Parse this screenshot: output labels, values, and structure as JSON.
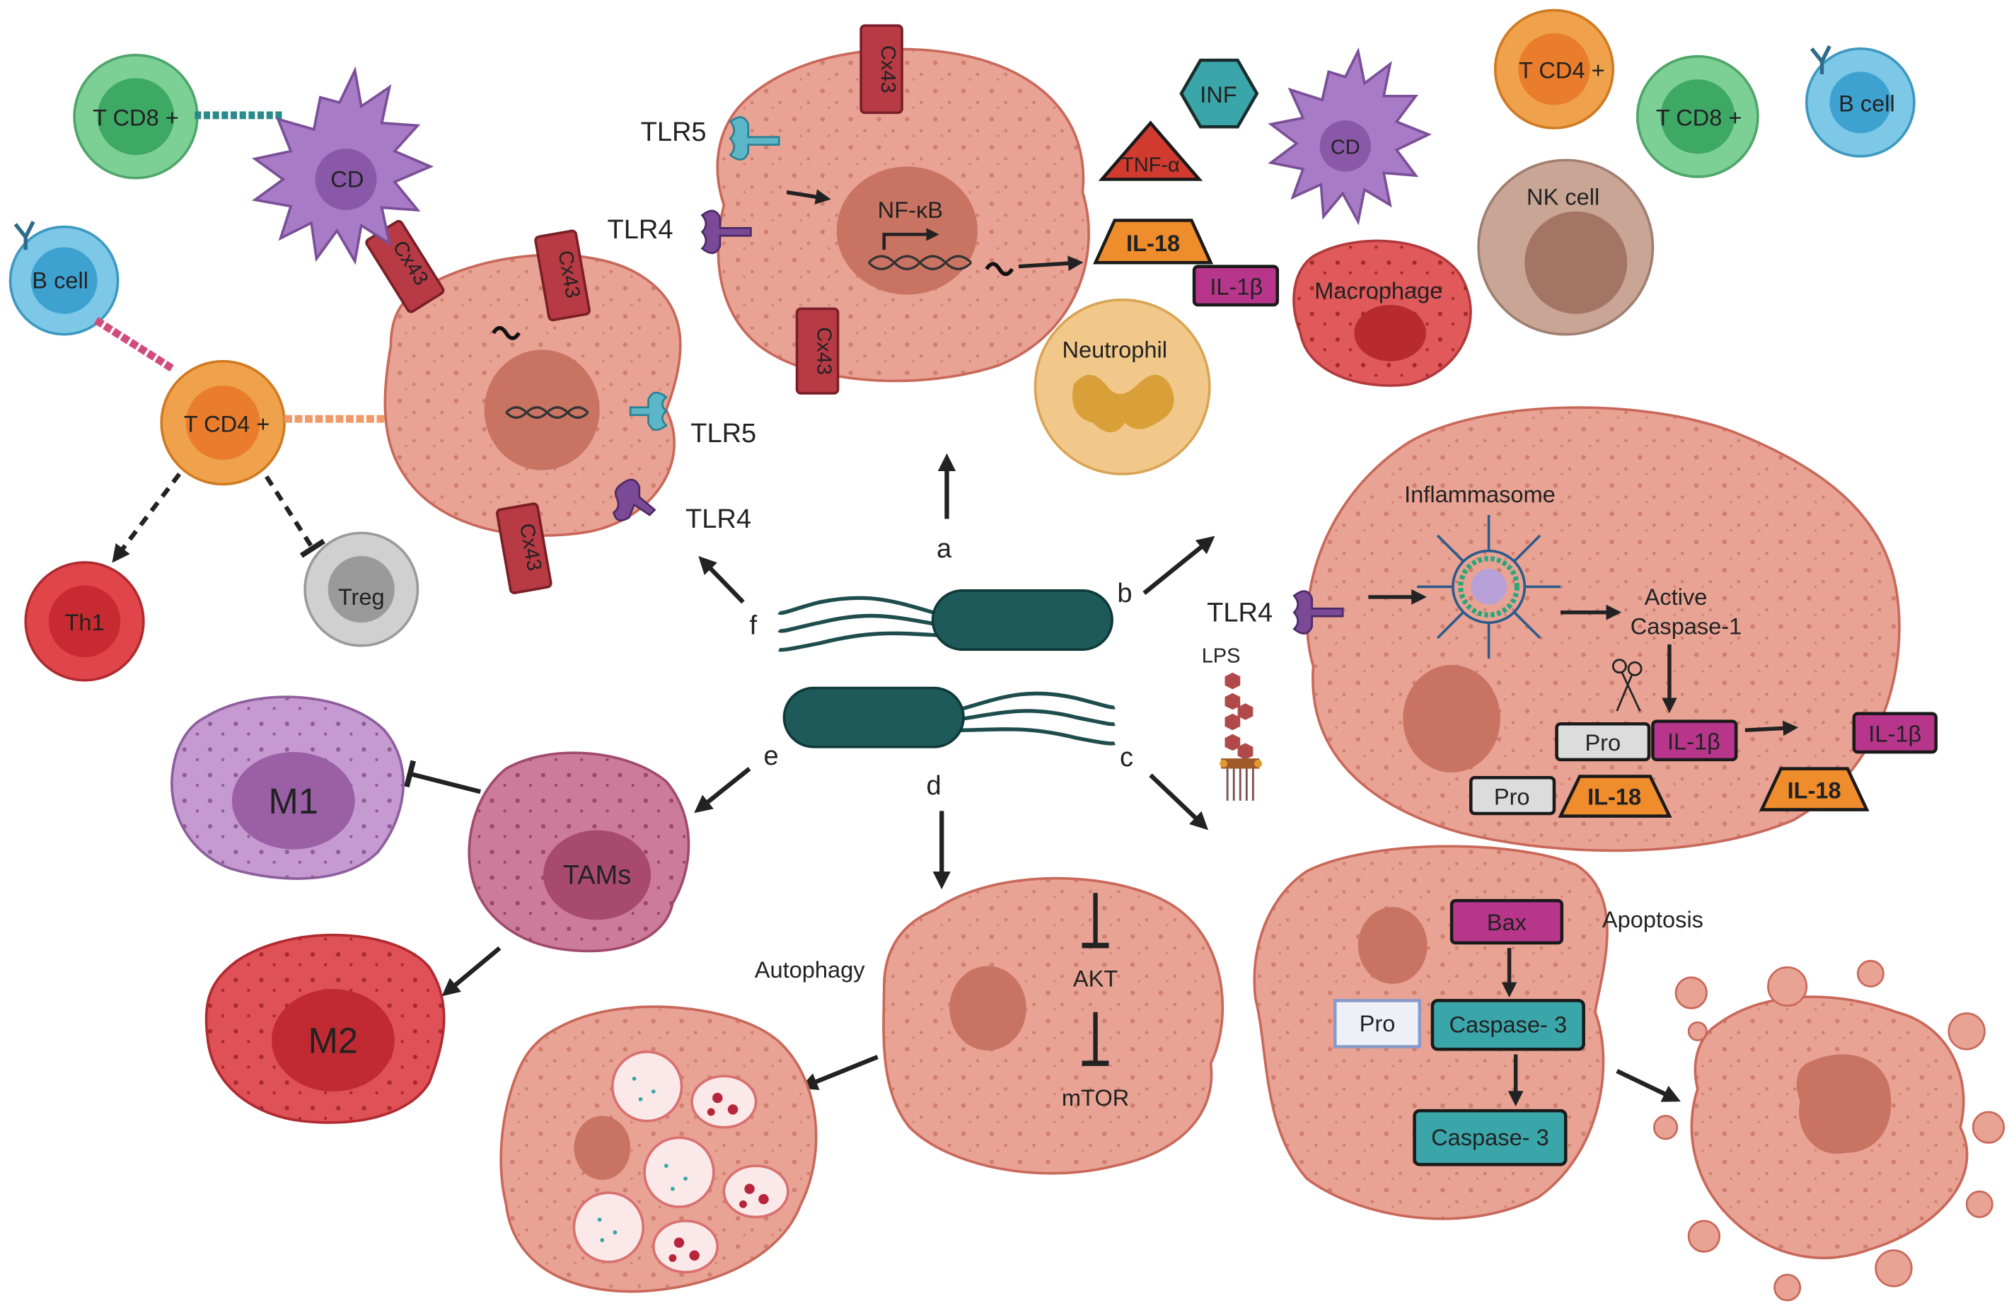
{
  "colors": {
    "cell_fill": "#e8a394",
    "cell_stroke": "#c9685a",
    "nucleus": "#c97363",
    "bacterium": "#1f5a5a",
    "teal_box": "#3aa6aa",
    "magenta_box": "#b8358c",
    "orange_box": "#ef8c2c",
    "cx43_box": "#b73a45",
    "arrow": "#222222"
  },
  "icons": [
    "bacterium-icon",
    "tlr4-receptor-icon",
    "tlr5-receptor-icon",
    "dna-icon",
    "lps-icon",
    "scissors-icon",
    "inflammasome-icon",
    "antibody-icon"
  ],
  "cells": {
    "t_cd8": "T CD8 +",
    "cd": "CD",
    "b_cell": "B cell",
    "t_cd4": "T CD4 +",
    "th1": "Th1",
    "treg": "Treg",
    "t_cd4_right": "T CD4 +",
    "t_cd8_right": "T CD8 +",
    "b_cell_right": "B cell",
    "nk_cell": "NK cell",
    "cd_right": "CD",
    "macrophage": "Macrophage",
    "neutrophil": "Neutrophil",
    "m1": "M1",
    "tams": "TAMs",
    "m2": "M2"
  },
  "receptors": {
    "tlr5_top": "TLR5",
    "tlr4_top": "TLR4",
    "tlr5_left": "TLR5",
    "tlr4_left": "TLR4",
    "tlr4_right": "TLR4"
  },
  "proteins": {
    "cx43": "Cx43",
    "nfkb": "NF-κB",
    "inf": "INF",
    "tnf": "TNF-α",
    "il18": "IL-18",
    "il1b": "IL-1β",
    "lps": "LPS",
    "inflammasome": "Inflammasome",
    "active_caspase": "Active",
    "active_caspase_2": "Caspase-1",
    "pro": "Pro",
    "bax": "Bax",
    "caspase3": "Caspase- 3",
    "akt": "AKT",
    "mtor": "mTOR"
  },
  "processes": {
    "autophagy": "Autophagy",
    "apoptosis": "Apoptosis"
  },
  "pathway_letters": {
    "a": "a",
    "b": "b",
    "c": "c",
    "d": "d",
    "e": "e",
    "f": "f"
  }
}
